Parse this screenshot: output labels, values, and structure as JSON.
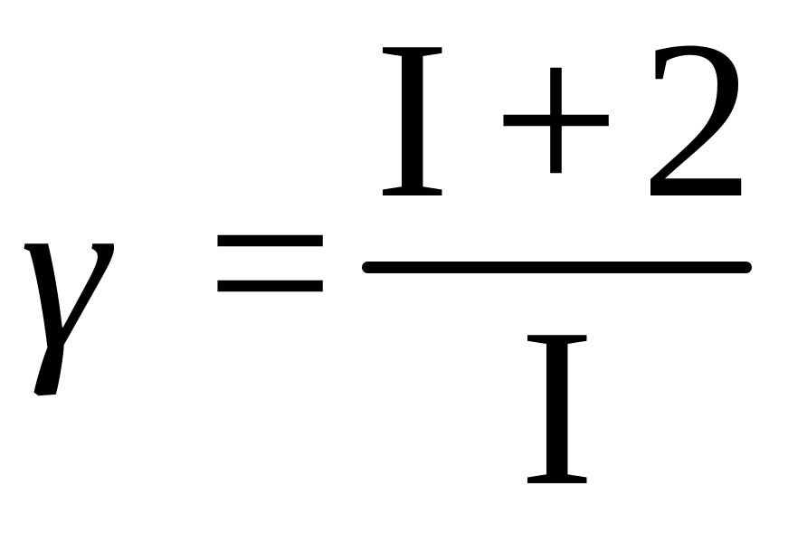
{
  "equation": {
    "lhs": "γ",
    "relation": "=",
    "numerator": {
      "term1": "I",
      "operator": "+",
      "term2": "2"
    },
    "denominator": "I"
  }
}
